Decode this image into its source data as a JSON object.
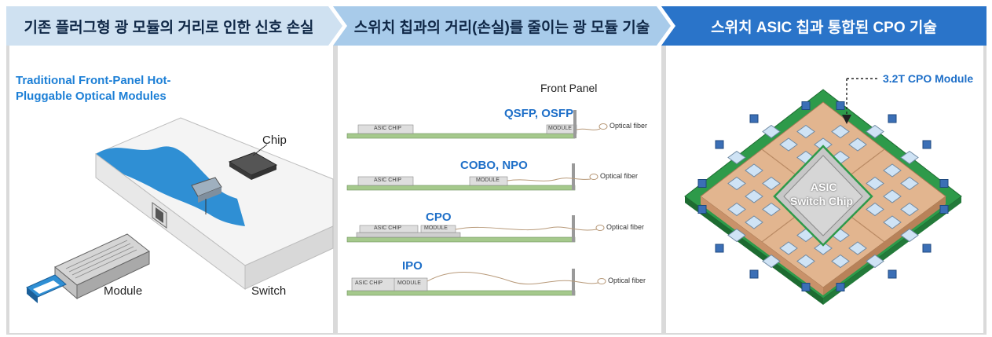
{
  "headers": [
    {
      "text": "기존 플러그형 광 모듈의 거리로 인한 신호 손실",
      "bg": "#cfe1f1",
      "fg": "#0f2746"
    },
    {
      "text": "스위치 칩과의 거리(손실)를 줄이는 광 모듈 기술",
      "bg": "#a8cbea",
      "fg": "#0f2746"
    },
    {
      "text": "스위치 ASIC 칩과 통합된 CPO 기술",
      "bg": "#2a74c9",
      "fg": "#ffffff"
    }
  ],
  "panel1": {
    "title_line1": "Traditional Front-Panel Hot-",
    "title_line2": "Pluggable Optical Modules",
    "chip": "Chip",
    "module": "Module",
    "switch": "Switch"
  },
  "panel2": {
    "front_panel": "Front Panel",
    "rows": [
      {
        "label": "QSFP, OSFP",
        "asic": "ASIC CHIP",
        "module": "MODULE",
        "fiber": "Optical fiber"
      },
      {
        "label": "COBO, NPO",
        "asic": "ASIC CHIP",
        "module": "MODULE",
        "fiber": "Optical fiber"
      },
      {
        "label": "CPO",
        "asic": "ASIC CHIP",
        "module": "MODULE",
        "fiber": "Optical fiber"
      },
      {
        "label": "IPO",
        "asic": "ASIC CHIP",
        "module": "MODULE",
        "fiber": "Optical fiber"
      }
    ]
  },
  "panel3": {
    "module_label": "3.2T CPO Module",
    "chip_line1": "ASIC",
    "chip_line2": "Switch Chip"
  },
  "colors": {
    "accent": "#1c7fd6",
    "label_blue": "#1e6fc8",
    "board_green": "#a5c98c",
    "edge_gray": "#dadada"
  }
}
